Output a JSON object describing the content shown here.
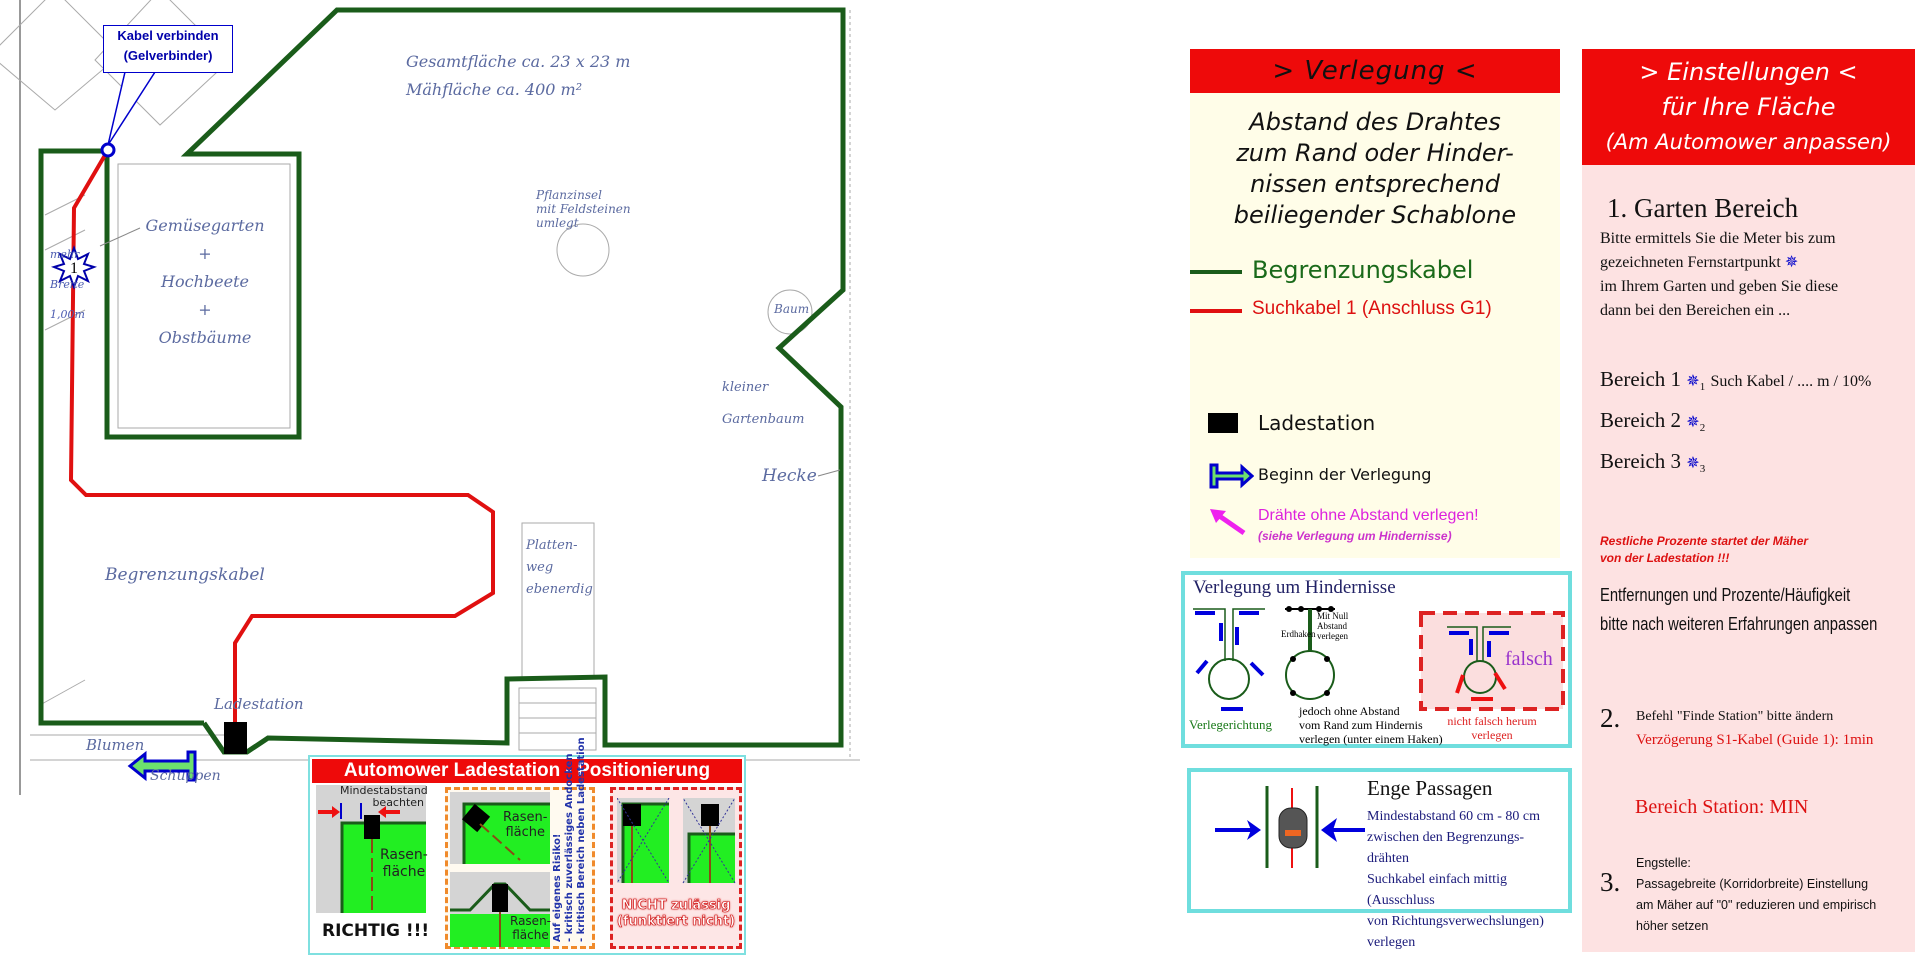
{
  "drawing": {
    "callout": {
      "line1": "Kabel verbinden",
      "line2": "(Gelverbinder)"
    },
    "labels": {
      "total_area": "Gesamtfläche ca. 23 x 23 m",
      "mow_area": "Mähfläche ca. 400 m²",
      "plant_island": [
        "Pflanzinsel",
        "mit Feldsteinen",
        "umlegt"
      ],
      "vegetable_garden": [
        "Gemüsegarten",
        "+",
        "Hochbeete",
        "+",
        "Obstbäume"
      ],
      "strip_width": [
        "mehr",
        "Breite",
        "1,00m"
      ],
      "tree": "Baum",
      "small_tree": [
        "kleiner",
        "Gartenbaum"
      ],
      "hedge": "Hecke",
      "path": [
        "Platten-",
        "weg",
        "ebenerdig"
      ],
      "boundary_cable": "Begrenzungskabel",
      "charging_station": "Ladestation",
      "flowers": "Blumen",
      "shed": "Schuppen"
    },
    "star_number": "1",
    "colors": {
      "boundary": "#1a5c1a",
      "guide": "#e01010",
      "connector": "#0000cc"
    }
  },
  "ladestation_panel": {
    "title": "Automower Ladestation - Positionierung",
    "min_distance": [
      "Mindestabstand",
      "beachten"
    ],
    "lawn": [
      "Rasen-",
      "fläche"
    ],
    "correct": "RICHTIG !!!",
    "risk": [
      "Auf eigenes Risiko!",
      "- kritisch zuverlässiges Andocken",
      "- kritisch Bereich neben Ladestation"
    ],
    "not_allowed": [
      "NICHT zulässig",
      "(funktiert nicht)"
    ]
  },
  "verlegung": {
    "header": "> Verlegung <",
    "intro": [
      "Abstand des Drahtes",
      "zum Rand oder Hinder-",
      "nissen entsprechend",
      "beiliegender Schablone"
    ],
    "legend": {
      "boundary": "Begrenzungskabel",
      "guide": "Suchkabel 1 (Anschluss G1)",
      "station": "Ladestation",
      "start": "Beginn der Verlegung",
      "no_gap": "Drähte ohne Abstand verlegen!",
      "no_gap_note": "(siehe Verlegung um Hindernisse)"
    }
  },
  "hindernisse": {
    "title": "Verlegung um Hindernisse",
    "direction": "Verlegerichtung",
    "hook": "Erdhaken",
    "zero_gap": [
      "Mit Null",
      "Abstand",
      "verlegen"
    ],
    "note": [
      "jedoch ohne Abstand",
      "vom Rand zum Hindernis",
      "verlegen (unter einem Haken)"
    ],
    "wrong": "falsch",
    "wrong_note": [
      "nicht falsch herum",
      "verlegen"
    ]
  },
  "enge": {
    "title": "Enge Passagen",
    "lines": [
      "Mindestabstand 60 cm - 80 cm",
      "zwischen den Begrenzungs-",
      "drähten",
      "Suchkabel einfach mittig (Ausschluss",
      "von Richtungsverwechslungen) verlegen"
    ]
  },
  "einstellungen": {
    "header": [
      "> Einstellungen <",
      "für Ihre Fläche",
      "(Am Automower anpassen)"
    ],
    "section1_title": "1. Garten Bereich",
    "section1_text": [
      "Bitte ermittels Sie die Meter bis zum",
      "gezeichneten Fernstartpunkt",
      "im Ihrem Garten und geben Sie diese",
      "dann bei den Bereichen ein ..."
    ],
    "areas": [
      {
        "label": "Bereich 1",
        "star": "1",
        "note": "Such Kabel / .... m / 10%"
      },
      {
        "label": "Bereich 2",
        "star": "2",
        "note": ""
      },
      {
        "label": "Bereich 3",
        "star": "3",
        "note": ""
      }
    ],
    "remaining": [
      "Restliche Prozente  startet der Mäher",
      "von der Ladestation !!!"
    ],
    "adjust": [
      "Entfernungen und Prozente/Häufigkeit",
      "bitte nach weiteren Erfahrungen anpassen"
    ],
    "section2_num": "2.",
    "section2_cmd": "Befehl \"Finde Station\" bitte ändern",
    "section2_delay": "Verzögerung S1-Kabel (Guide 1): 1min",
    "station_area": "Bereich Station: MIN",
    "section3_num": "3.",
    "section3_lines": [
      "Engstelle:",
      "Passagebreite (Korridorbreite) Einstellung",
      "am Mäher auf \"0\" reduzieren und empirisch",
      "höher setzen"
    ]
  }
}
